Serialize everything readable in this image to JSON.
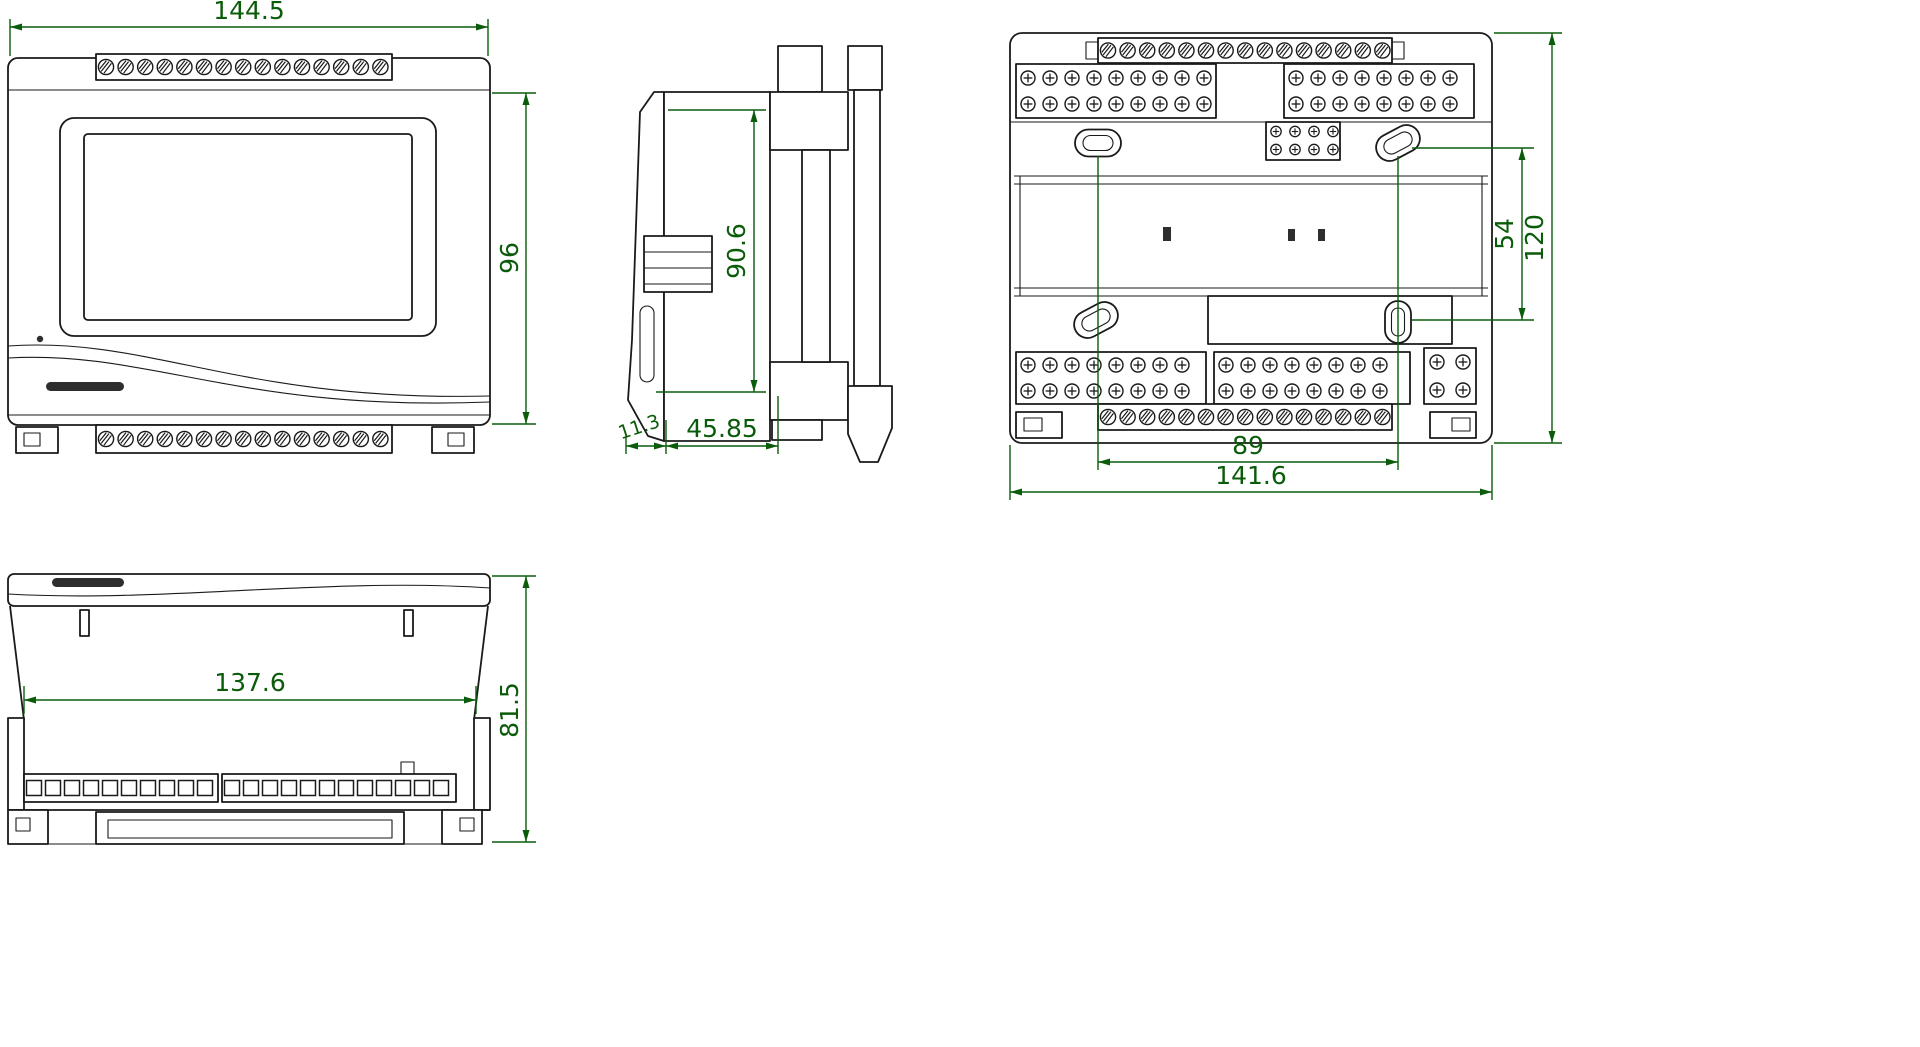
{
  "drawing": {
    "front": {
      "width": "144.5",
      "height": "96"
    },
    "side": {
      "height": "90.6",
      "lip": "11.3",
      "depth": "45.85"
    },
    "rear": {
      "slot_span_vertical": "54",
      "height": "120",
      "slot_span_horizontal": "89",
      "width": "141.6"
    },
    "bottom": {
      "width": "137.6",
      "depth": "81.5"
    }
  },
  "colors": {
    "dimension": "#0a5c0a",
    "line": "#1a1a1a",
    "background": "#ffffff"
  }
}
